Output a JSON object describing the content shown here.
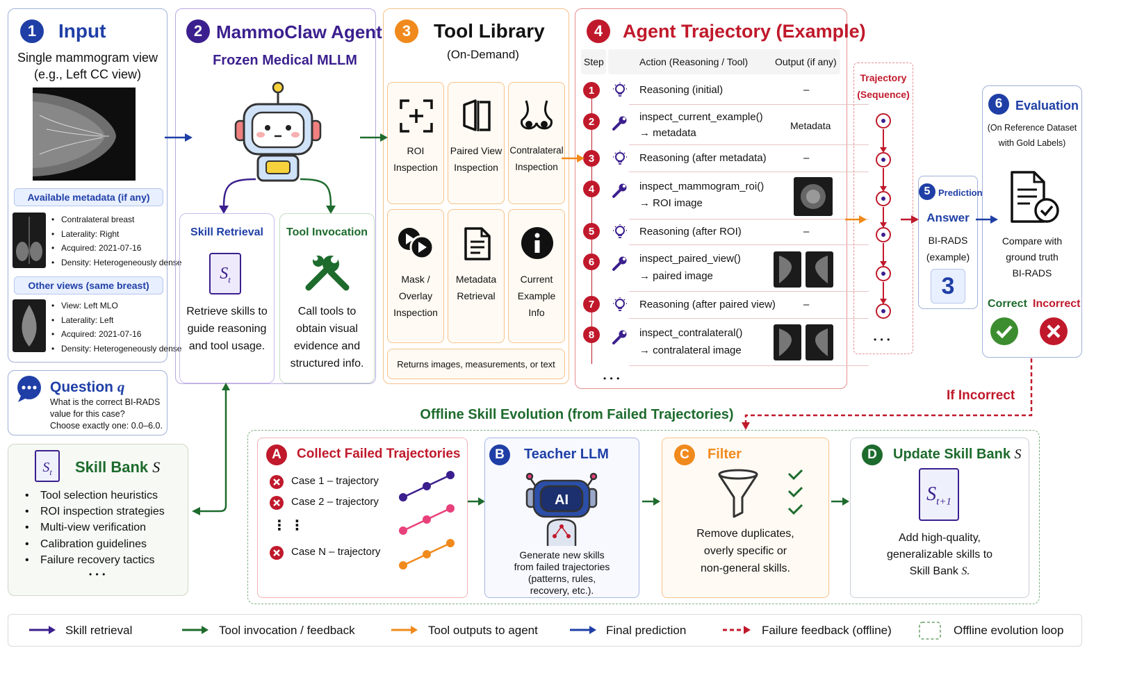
{
  "panel1": {
    "num": "1",
    "title": "Input",
    "line1": "Single mammogram view",
    "line2": "(e.g., Left CC view)",
    "meta_title": "Available metadata (if any)",
    "meta": [
      "Contralateral breast",
      "Laterality:  Right",
      "Acquired:  2021-07-16",
      "Density:   Heterogeneously dense"
    ],
    "views_title": "Other views (same breast)",
    "views": [
      "View:        Left MLO",
      "Laterality:  Left",
      "Acquired:  2021-07-16",
      "Density:   Heterogeneously dense"
    ]
  },
  "question": {
    "title": "Question",
    "symbol": "q",
    "lines": [
      "What is the correct BI-RADS",
      "value for this case?",
      "Choose exactly one: 0.0–6.0."
    ]
  },
  "skillbank": {
    "title": "Skill Bank",
    "symbol": "S",
    "icon_label": "S",
    "icon_sub": "t",
    "items": [
      "Tool selection heuristics",
      "ROI inspection strategies",
      "Multi-view verification",
      "Calibration guidelines",
      "Failure recovery tactics"
    ],
    "more": "• • •"
  },
  "panel2": {
    "num": "2",
    "title": "MammoClaw Agent",
    "subtitle": "Frozen Medical MLLM",
    "skill_title": "Skill Retrieval",
    "skill_icon": "S",
    "skill_icon_sub": "t",
    "skill_text": [
      "Retrieve skills to",
      "guide reasoning",
      "and tool usage."
    ],
    "tool_title": "Tool Invocation",
    "tool_text": [
      "Call tools to",
      "obtain visual",
      "evidence and",
      "structured info."
    ]
  },
  "panel3": {
    "num": "3",
    "title": "Tool Library",
    "subtitle": "(On-Demand)",
    "tiles": [
      {
        "l1": "ROI",
        "l2": "Inspection",
        "l3": ""
      },
      {
        "l1": "Paired View",
        "l2": "Inspection",
        "l3": ""
      },
      {
        "l1": "Contralateral",
        "l2": "Inspection",
        "l3": ""
      },
      {
        "l1": "Mask /",
        "l2": "Overlay",
        "l3": "Inspection"
      },
      {
        "l1": "Metadata",
        "l2": "Retrieval",
        "l3": ""
      },
      {
        "l1": "Current",
        "l2": "Example",
        "l3": "Info"
      }
    ],
    "footer": "Returns images, measurements, or text"
  },
  "panel4": {
    "num": "4",
    "title": "Agent Trajectory (Example)",
    "col_step": "Step",
    "col_action": "Action (Reasoning / Tool)",
    "col_output": "Output (if any)",
    "rows": [
      {
        "n": "1",
        "a1": "Reasoning (initial)",
        "a2": "",
        "out": "–",
        "kind": "reason"
      },
      {
        "n": "2",
        "a1": "inspect_current_example()",
        "a2": "→ metadata",
        "out": "Metadata",
        "kind": "tool"
      },
      {
        "n": "3",
        "a1": "Reasoning (after metadata)",
        "a2": "",
        "out": "–",
        "kind": "reason"
      },
      {
        "n": "4",
        "a1": "inspect_mammogram_roi()",
        "a2": "→ ROI image",
        "out": "",
        "kind": "tool"
      },
      {
        "n": "5",
        "a1": "Reasoning (after ROI)",
        "a2": "",
        "out": "–",
        "kind": "reason"
      },
      {
        "n": "6",
        "a1": "inspect_paired_view()",
        "a2": "→ paired image",
        "out": "",
        "kind": "tool"
      },
      {
        "n": "7",
        "a1": "Reasoning (after paired view)",
        "a2": "",
        "out": "–",
        "kind": "reason"
      },
      {
        "n": "8",
        "a1": "inspect_contralateral()",
        "a2": "→ contralateral image",
        "out": "",
        "kind": "tool"
      }
    ],
    "more": "• • •"
  },
  "trajectory": {
    "l1": "Trajectory",
    "l2": "(Sequence)",
    "more": "• • •"
  },
  "prediction": {
    "num": "5",
    "title": "Prediction",
    "answer": "Answer",
    "l1": "BI-RADS",
    "l2": "(example)",
    "value": "3"
  },
  "evaluation": {
    "num": "6",
    "title": "Evaluation",
    "sub1": "(On Reference Dataset",
    "sub2": "with Gold Labels)",
    "t1": "Compare with",
    "t2": "ground truth",
    "t3": "BI-RADS",
    "correct": "Correct",
    "incorrect": "Incorrect"
  },
  "if_incorrect": "If Incorrect",
  "offline": {
    "title": "Offline Skill Evolution (from Failed Trajectories)",
    "A": {
      "letter": "A",
      "title": "Collect Failed Trajectories",
      "cases": [
        "Case 1 – trajectory",
        "Case 2 – trajectory",
        "Case N – trajectory"
      ],
      "dots": "⋮   ⋮"
    },
    "B": {
      "letter": "B",
      "title": "Teacher LLM",
      "ai": "AI",
      "text": [
        "Generate new skills",
        "from failed trajectories",
        "(patterns, rules,",
        "recovery, etc.)."
      ]
    },
    "C": {
      "letter": "C",
      "title": "Filter",
      "text": [
        "Remove duplicates,",
        "overly specific or",
        "non-general skills."
      ]
    },
    "D": {
      "letter": "D",
      "title": "Update Skill Bank",
      "symbol": "S",
      "icon_label": "S",
      "icon_sub": "t+1",
      "text1": "Add high-quality,",
      "text2": "generalizable skills to",
      "text3": "Skill Bank",
      "text3_sym": "S."
    }
  },
  "legend": {
    "items": [
      "Skill retrieval",
      "Tool invocation / feedback",
      "Tool outputs to agent",
      "Final prediction",
      "Failure feedback (offline)",
      "Offline evolution loop"
    ]
  },
  "colors": {
    "blue": "#1f3fa6",
    "purple": "#3b1f8e",
    "orange": "#f08a1c",
    "red": "#c0192b",
    "green": "#1d6b2d"
  }
}
